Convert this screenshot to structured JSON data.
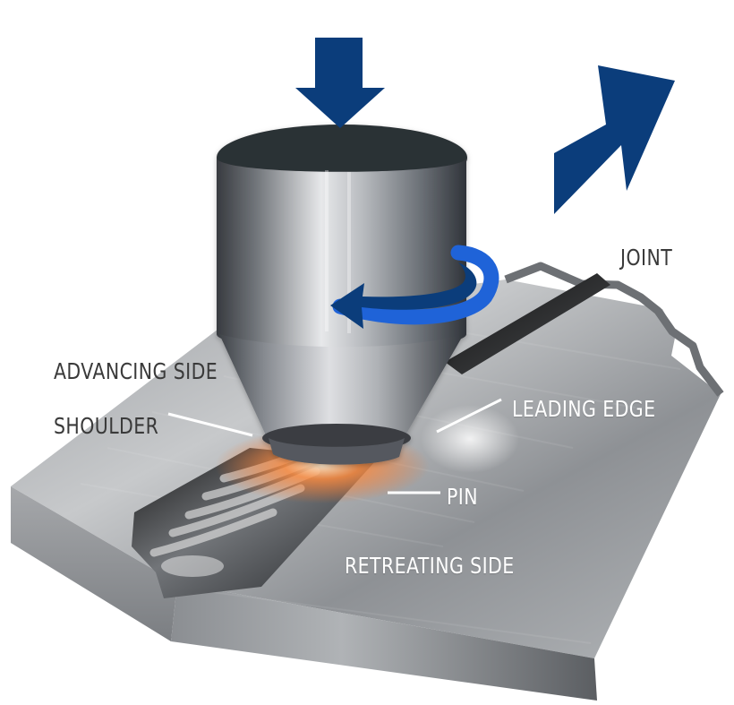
{
  "labels": {
    "joint": "JOINT",
    "advancing_side": "ADVANCING SIDE",
    "shoulder": "SHOULDER",
    "leading_edge": "LEADING EDGE",
    "pin": "PIN",
    "retreating_side": "RETREATING SIDE"
  },
  "colors": {
    "arrow_blue": "#0b3d7b",
    "rotation_blue": "#1f63d8",
    "label_dark": "#3a3a3a",
    "label_light": "#ffffff",
    "hot_glow": "#ff7b2a"
  },
  "icons": {
    "down_force": "down-arrow-icon",
    "travel": "travel-direction-arrow-icon",
    "rotation": "rotation-arrow-icon"
  }
}
